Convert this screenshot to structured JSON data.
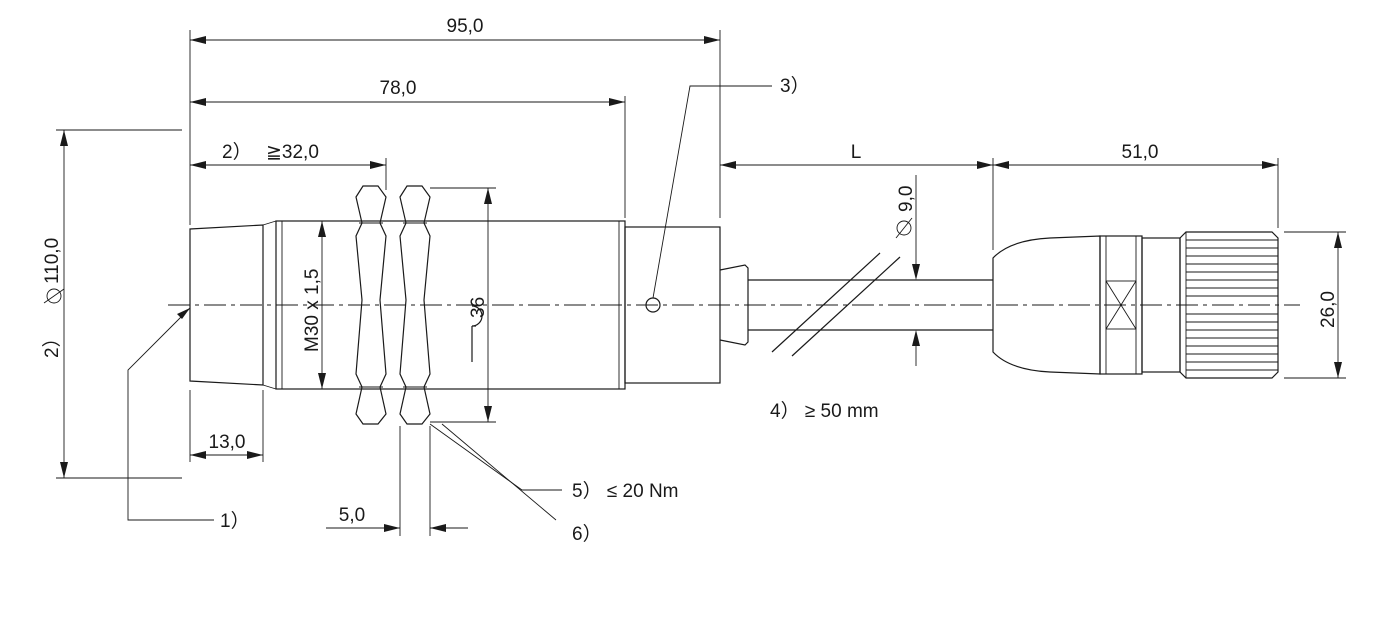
{
  "title": "",
  "dimensions": {
    "overall_length": "95,0",
    "thread_length": "78,0",
    "min_distance": "≧32,0",
    "cable_length": "L",
    "connector_length": "51,0",
    "cable_diameter": "9,0",
    "connector_diameter": "26,0",
    "target_diameter": "110,0",
    "thread": "M30 x 1,5",
    "wrench_size": "36",
    "face_length": "13,0",
    "nut_width": "5,0"
  },
  "callouts": {
    "c1": "1）",
    "c2_top": "2）",
    "c2_side": "2）",
    "c3": "3）",
    "c4": "4）  ≥ 50 mm",
    "c5": "5）  ≤ 20 Nm",
    "c6": "6）"
  },
  "symbols": {
    "diameter": "diameter-symbol",
    "wrench": "wrench-icon",
    "crossed_box": "crossed-box-symbol"
  }
}
